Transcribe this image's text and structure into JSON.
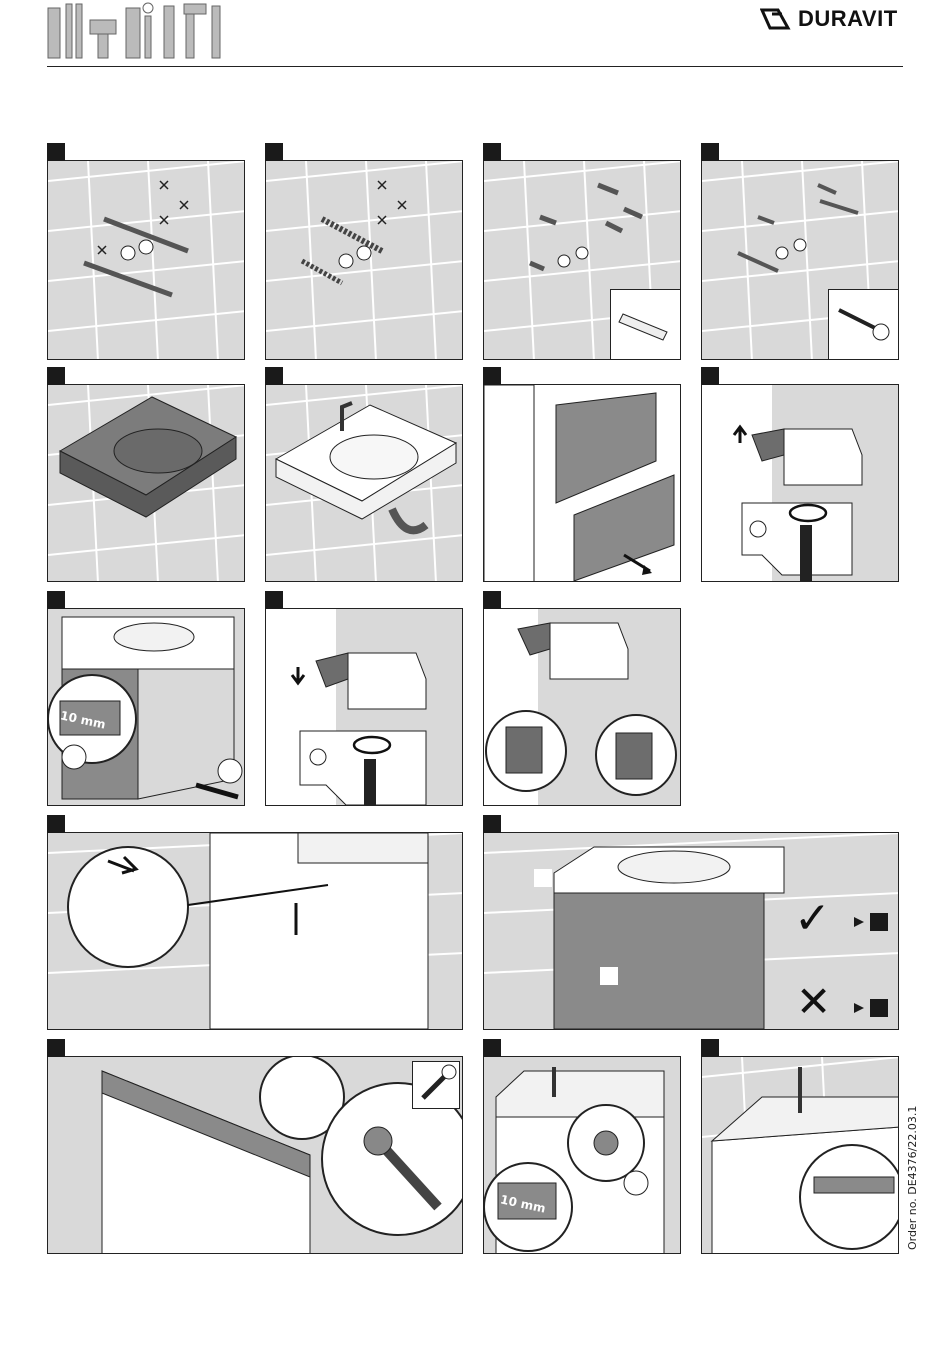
{
  "header": {
    "brand": "DURAVIT",
    "tools_icons": [
      "level-icon",
      "hammer-icon",
      "drill-icon",
      "screwdriver-icon",
      "wrench-icon",
      "clamp-icon",
      "spanner-icon"
    ]
  },
  "steps": [
    {
      "id": 1,
      "icon": "wall-marking-icon"
    },
    {
      "id": 2,
      "icon": "drilling-icon"
    },
    {
      "id": 3,
      "icon": "wall-plug-icon"
    },
    {
      "id": 4,
      "icon": "screw-icon"
    },
    {
      "id": 5,
      "icon": "basin-icon"
    },
    {
      "id": 6,
      "icon": "basin-installed-icon"
    },
    {
      "id": 7,
      "icon": "drawer-removal-icon"
    },
    {
      "id": 8,
      "icon": "bracket-adjust-icon"
    },
    {
      "id": 9,
      "icon": "spacer-icon",
      "label": "10 mm"
    },
    {
      "id": 10,
      "icon": "bracket-lower-icon"
    },
    {
      "id": 11,
      "icon": "block-adjust-icon"
    },
    {
      "id": 12,
      "icon": "cabinet-adjust-icon"
    },
    {
      "id": 13,
      "icon": "alignment-check-icon",
      "ok": "✓",
      "not_ok": "✕"
    },
    {
      "id": 14,
      "icon": "wrench-tighten-icon"
    },
    {
      "id": 15,
      "icon": "spacer-final-icon",
      "label": "10 mm"
    },
    {
      "id": 16,
      "icon": "sealant-icon"
    }
  ],
  "footer": {
    "order_no": "Order no. DE4376/22.03.1"
  },
  "colors": {
    "panel_bg": "#d9d9d9",
    "tile_line": "#ffffff",
    "dark": "#1a1a1a",
    "cabinet": "#8a8a8a"
  }
}
